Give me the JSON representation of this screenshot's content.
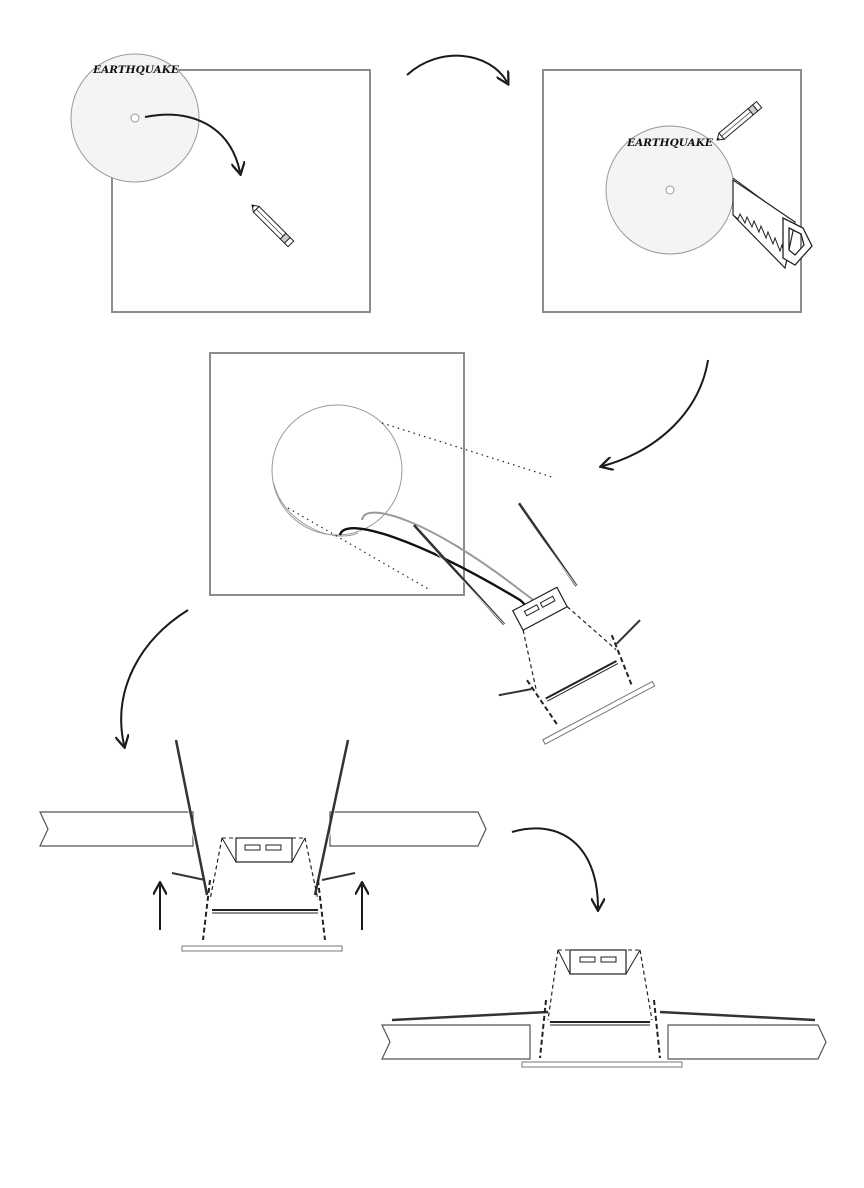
{
  "steps": [
    {
      "id": "step-1",
      "brand_label": "EARTHQUAKE"
    },
    {
      "id": "step-2",
      "brand_label": "EARTHQUAKE"
    },
    {
      "id": "step-3"
    },
    {
      "id": "step-4"
    },
    {
      "id": "step-5"
    }
  ],
  "colors": {
    "line": "#4a4a4a",
    "panel": "#8c8c8c",
    "template_fill": "#f4f4f4",
    "arrow": "#1a1a1a",
    "grey_wire": "#999999"
  },
  "icons": [
    "pencil-icon",
    "saw-icon",
    "curved-arrow-icon",
    "up-arrow-icon"
  ]
}
